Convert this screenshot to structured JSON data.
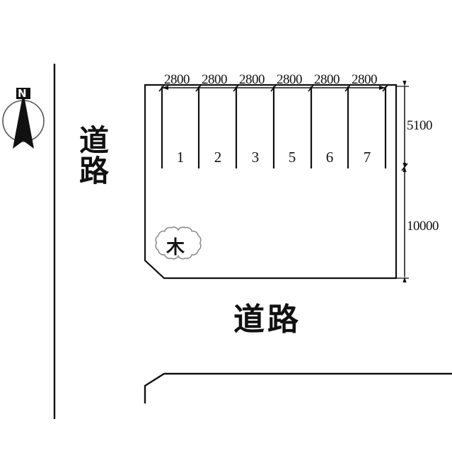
{
  "plan": {
    "title": "parking-lot-site-plan",
    "background_color": "#ffffff",
    "line_color": "#111111",
    "compass": {
      "name": "north-arrow",
      "letter": "N",
      "direction": "up"
    },
    "roads": [
      {
        "id": "road-left",
        "label": "道路",
        "orientation": "vertical"
      },
      {
        "id": "road-bottom",
        "label": "道路",
        "orientation": "horizontal"
      }
    ],
    "tree_marker": {
      "name": "tree-symbol",
      "label": "木"
    },
    "stalls": [
      {
        "number": "1"
      },
      {
        "number": "2"
      },
      {
        "number": "3"
      },
      {
        "number": "5"
      },
      {
        "number": "6"
      },
      {
        "number": "7"
      }
    ],
    "width_dimensions": [
      {
        "value": "2800"
      },
      {
        "value": "2800"
      },
      {
        "value": "2800"
      },
      {
        "value": "2800"
      },
      {
        "value": "2800"
      },
      {
        "value": "2800"
      }
    ],
    "height_dimensions": [
      {
        "value": "5100",
        "position": "upper-right"
      },
      {
        "value": "10000",
        "position": "lower-right"
      }
    ]
  }
}
